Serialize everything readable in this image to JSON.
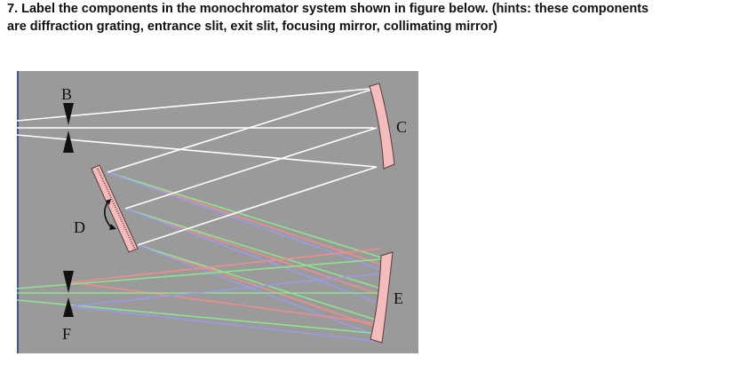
{
  "question": {
    "line1": "7. Label the components in the monochromator system shown in figure below. (hints: these components",
    "line2": "are diffraction grating, entrance slit, exit slit, focusing mirror, collimating mirror)"
  },
  "figure": {
    "labels": {
      "B": "B",
      "C": "C",
      "D": "D",
      "E": "E",
      "F": "F"
    },
    "colors": {
      "background": "#9a9a9a",
      "mirror": "#f4bcbc",
      "white_beam": "#ffffff",
      "red": "#ff8a8a",
      "green": "#8cf08c",
      "blue": "#9a9af5"
    }
  }
}
